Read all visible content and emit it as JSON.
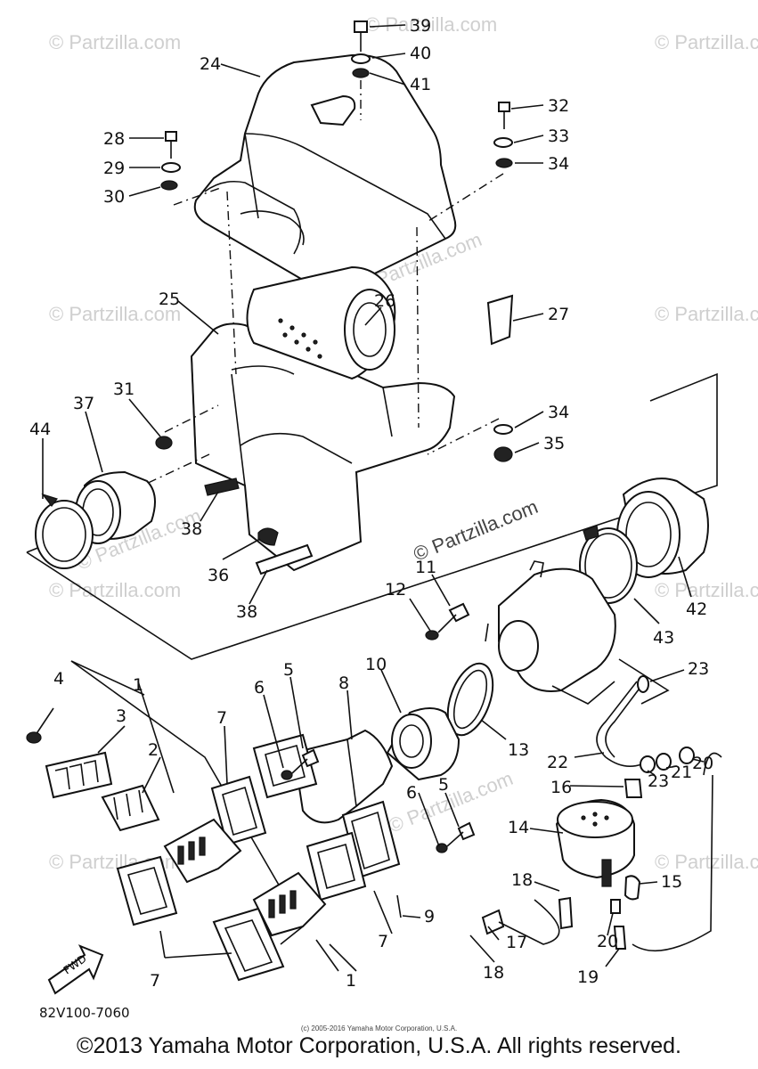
{
  "watermark": "© Partzilla.com",
  "part_labels": [
    "39",
    "40",
    "41",
    "24",
    "32",
    "33",
    "34",
    "28",
    "29",
    "30",
    "25",
    "26",
    "27",
    "31",
    "37",
    "44",
    "34",
    "35",
    "38",
    "36",
    "38",
    "12",
    "11",
    "42",
    "43",
    "10",
    "8",
    "5",
    "6",
    "7",
    "3",
    "4",
    "1",
    "2",
    "13",
    "23",
    "22",
    "23",
    "21",
    "20",
    "16",
    "14",
    "15",
    "18",
    "6",
    "5",
    "9",
    "20",
    "17",
    "7",
    "18",
    "19",
    "7",
    "1"
  ],
  "fwd_label": "FWD",
  "diagram_code": "82V100-7060",
  "small_copyright": "(c) 2005-2016 Yamaha Motor Corporation, U.S.A.",
  "copyright": "©2013 Yamaha Motor Corporation, U.S.A. All rights reserved."
}
